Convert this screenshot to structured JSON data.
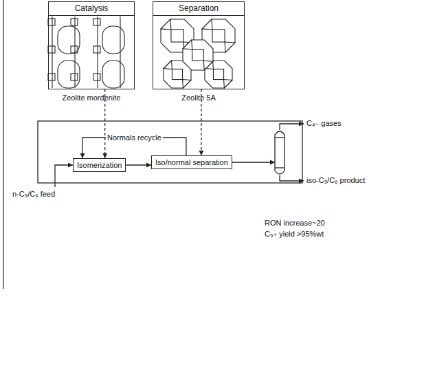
{
  "diagram": {
    "nodes": [
      {
        "text": [
          "Catalysis"
        ]
      },
      {
        "text": [
          "Separation"
        ]
      },
      {
        "text": [
          "Isomerization"
        ]
      },
      {
        "text": [
          "Iso/normal separation"
        ]
      }
    ],
    "edges": [
      {
        "from": 0,
        "to": 2,
        "arrow": "to"
      },
      {
        "from": 1,
        "to": 3,
        "arrow": "to"
      },
      {
        "from": 2,
        "to": 3,
        "arrow": "to"
      },
      {
        "from": 3,
        "to": 2,
        "label": "Normals recycle",
        "arrow": "to"
      }
    ],
    "labels": [
      "Zeolite mordenite",
      "Zeolite 5A",
      "n-C₅/C₆ feed",
      "C₄₋ gases",
      "iso-C₅/C₆ product",
      "RON increase~20",
      "C₅₊ yield >95%wt"
    ]
  }
}
